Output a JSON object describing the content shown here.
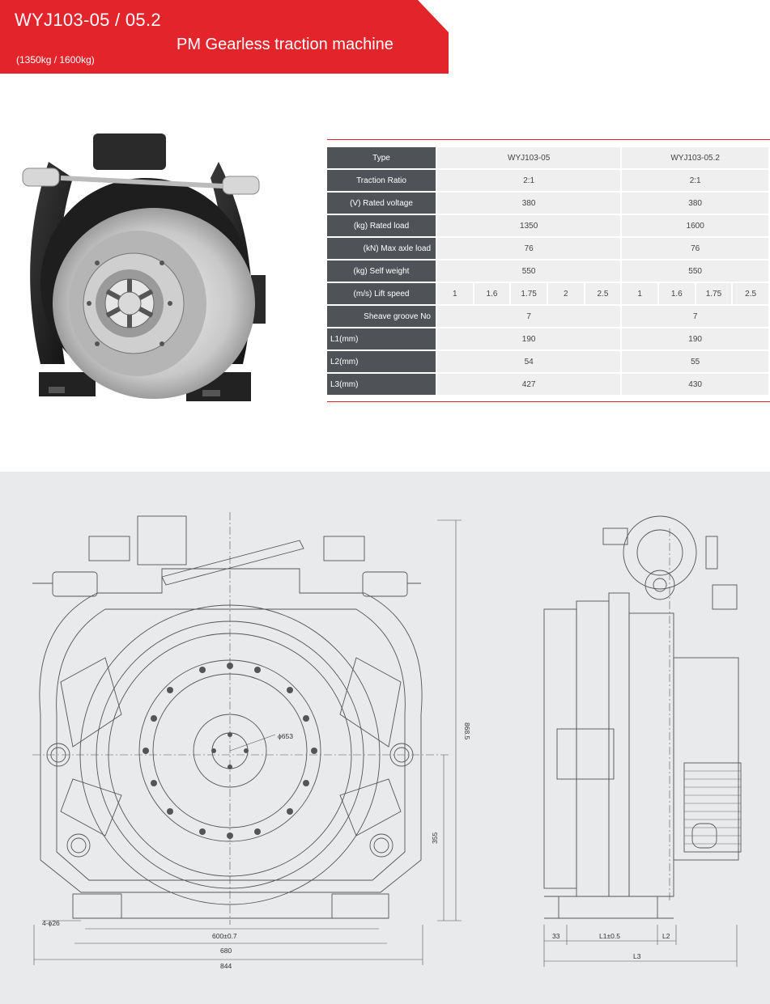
{
  "header": {
    "model": "WYJ103-05 / 05.2",
    "subtitle": "PM Gearless traction machine",
    "capacity": "(1350kg / 1600kg)"
  },
  "spec": {
    "type_label": "Type",
    "models": [
      "WYJ103-05",
      "WYJ103-05.2"
    ],
    "traction_ratio": {
      "label": "Traction Ratio",
      "values": [
        "2:1",
        "2:1"
      ]
    },
    "rated_voltage": {
      "label": "(V) Rated voltage",
      "values": [
        "380",
        "380"
      ]
    },
    "rated_load": {
      "label": "(kg) Rated load",
      "values": [
        "1350",
        "1600"
      ]
    },
    "max_axle_load": {
      "label": "(kN) Max axle load",
      "values": [
        "76",
        "76"
      ]
    },
    "self_weight": {
      "label": "(kg) Self weight",
      "values": [
        "550",
        "550"
      ]
    },
    "lift_speed": {
      "label": "(m/s) Lift speed",
      "a": [
        "1",
        "1.6",
        "1.75",
        "2",
        "2.5"
      ],
      "b": [
        "1",
        "1.6",
        "1.75",
        "2.5"
      ]
    },
    "sheave_groove": {
      "label": "Sheave groove No",
      "values": [
        "7",
        "7"
      ]
    },
    "l1": {
      "label": "L1(mm)",
      "values": [
        "190",
        "190"
      ]
    },
    "l2": {
      "label": "L2(mm)",
      "values": [
        "54",
        "55"
      ]
    },
    "l3": {
      "label": "L3(mm)",
      "values": [
        "427",
        "430"
      ]
    }
  },
  "drawing": {
    "front": {
      "d_sheave": "ϕ653",
      "height": "868.5",
      "center_height": "355",
      "holes": "4-ϕ26",
      "w_holes": "600±0.7",
      "w_base": "680",
      "w_total": "844"
    },
    "side": {
      "d33": "33",
      "l1": "L1±0.5",
      "l2": "L2",
      "l3": "L3"
    }
  }
}
